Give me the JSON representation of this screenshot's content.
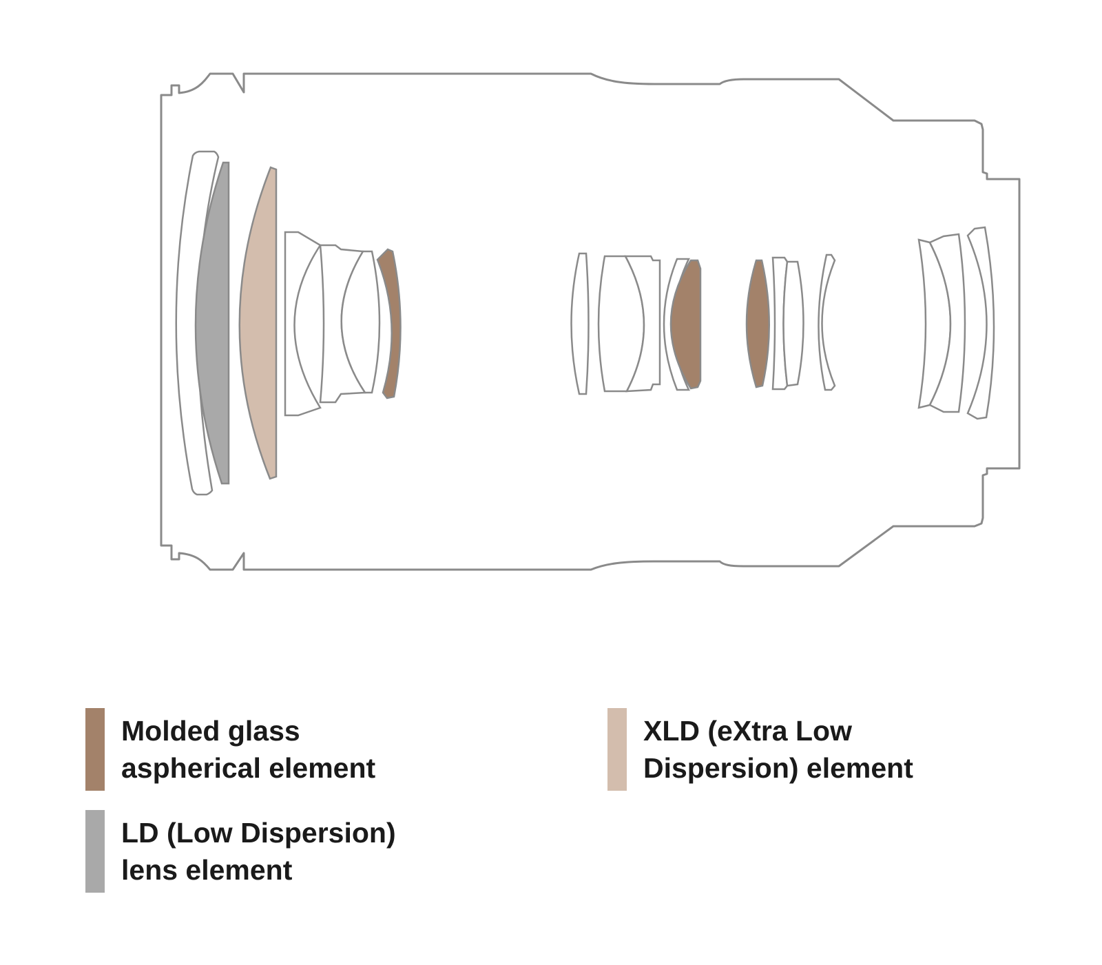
{
  "colors": {
    "outline": "#8a8a8a",
    "molded_glass_aspherical": "#a3826a",
    "xld": "#d3bdad",
    "ld": "#a9a9a9"
  },
  "legend": [
    {
      "key": "molded_glass_aspherical",
      "lines": [
        "Molded glass",
        "aspherical element"
      ]
    },
    {
      "key": "xld",
      "lines": [
        "XLD (eXtra Low",
        "Dispersion) element"
      ]
    },
    {
      "key": "ld",
      "lines": [
        "LD (Low Dispersion)",
        "lens element"
      ]
    }
  ]
}
